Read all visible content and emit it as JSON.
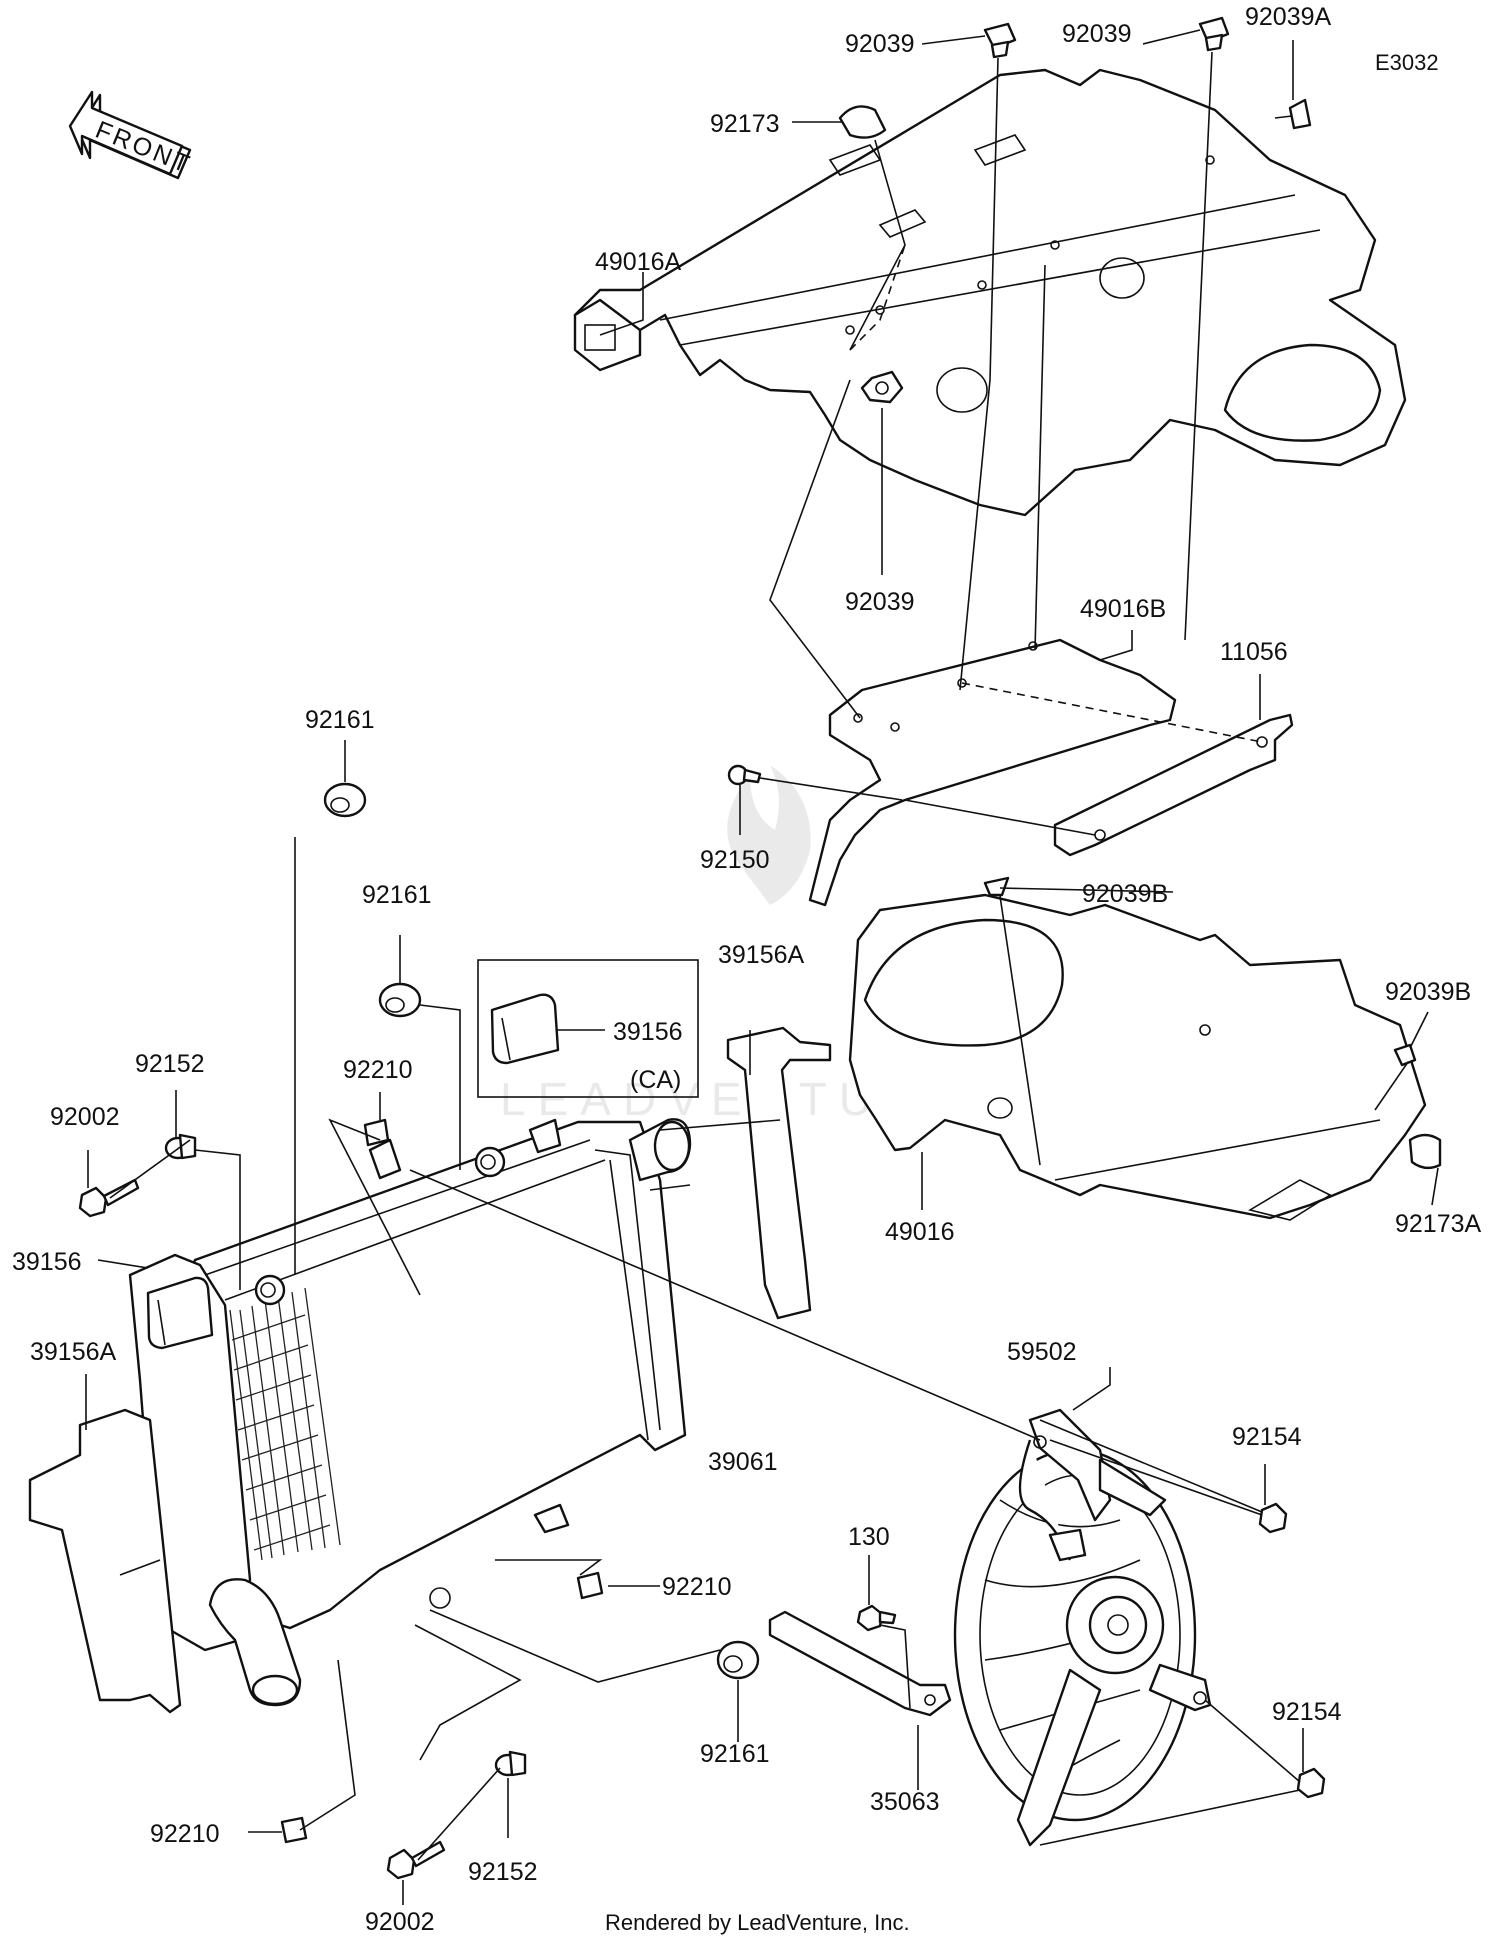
{
  "diagram_code": "E3032",
  "front_arrow_label": "FRONT",
  "box_note": "(CA)",
  "watermark": "LEADVENTURE",
  "footer": "Rendered by LeadVenture, Inc.",
  "parts": {
    "p92039_a": "92039",
    "p92039_b": "92039",
    "p92039A": "92039A",
    "p92173": "92173",
    "p49016A": "49016A",
    "p92039_c": "92039",
    "p49016B": "49016B",
    "p11056": "11056",
    "p92150": "92150",
    "p92039B_a": "92039B",
    "p92039B_b": "92039B",
    "p92173A": "92173A",
    "p49016": "49016",
    "p92161_a": "92161",
    "p92161_b": "92161",
    "p39156A_a": "39156A",
    "p39156": "39156",
    "p92210_a": "92210",
    "p92152_a": "92152",
    "p92002_a": "92002",
    "p39156_b": "39156",
    "p39156A_b": "39156A",
    "p39061": "39061",
    "p59502": "59502",
    "p92154_a": "92154",
    "p92210_b": "92210",
    "p130": "130",
    "p92154_b": "92154",
    "p92161_c": "92161",
    "p35063": "35063",
    "p92210_c": "92210",
    "p92152_b": "92152",
    "p92002_b": "92002"
  }
}
